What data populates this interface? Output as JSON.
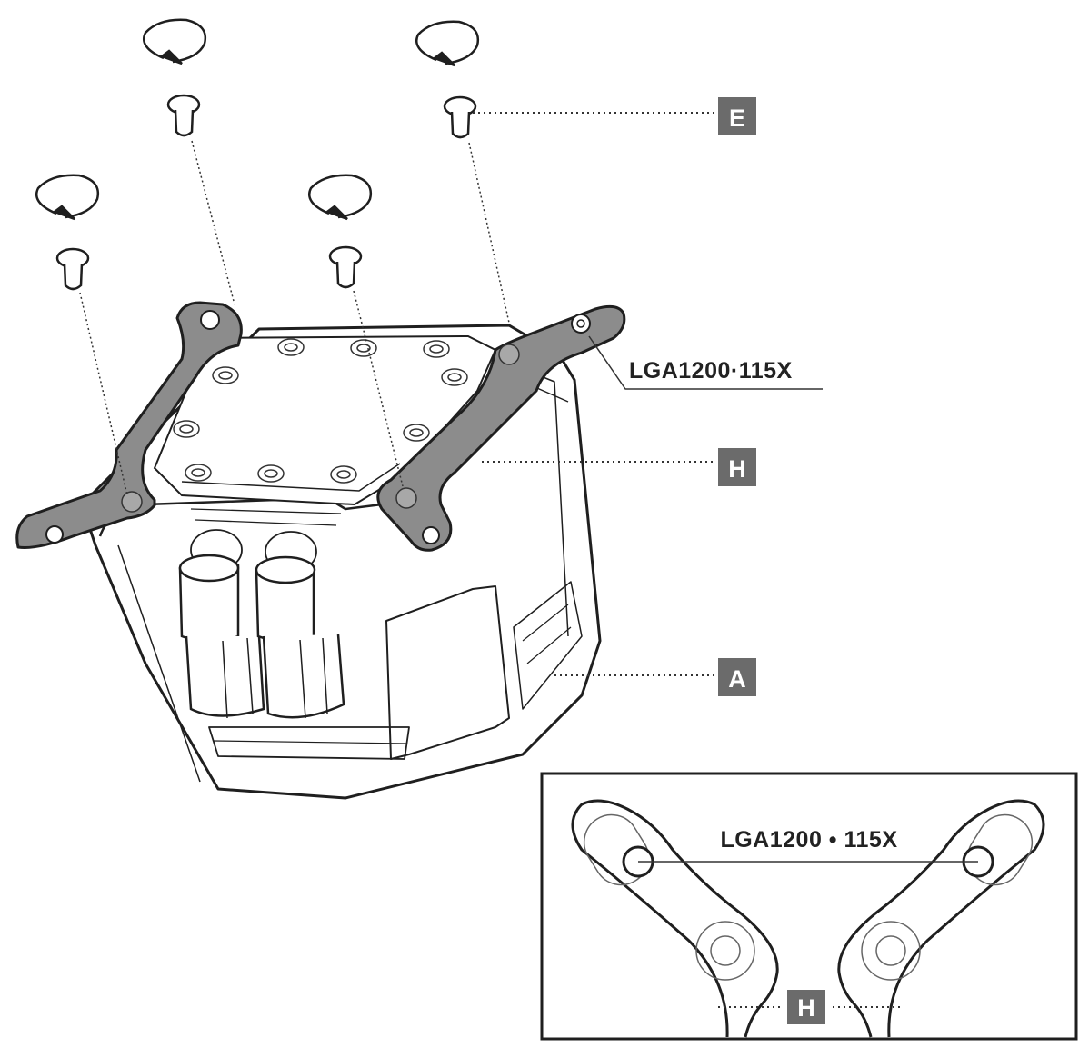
{
  "labels": {
    "E": "E",
    "H": "H",
    "A": "A",
    "socket_main": "LGA1200·115X",
    "socket_inset": "LGA1200 • 115X",
    "inset_H": "H"
  },
  "colors": {
    "line": "#1f1f1f",
    "bracket_fill": "#8c8c8c",
    "tag_fill": "#6b6b6b",
    "background": "#ffffff"
  },
  "icons": [
    "rotate-clockwise-icon",
    "screw-icon"
  ]
}
